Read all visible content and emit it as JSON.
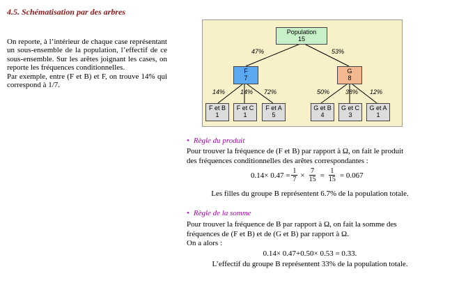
{
  "title": "4.5. Schématisation par des arbres",
  "intro": {
    "paragraph1": "On reporte, à l’intérieur de chaque case représentant un sous-ensemble de la population, l’effectif de ce sous-ensemble. Sur les arêtes joignant les cases, on reporte les fréquences conditionnelles.",
    "paragraph2": "Par exemple, entre (F et B) et F, on trouve 14% qui correspond à 1/7."
  },
  "tree": {
    "root": {
      "label": "Population",
      "count": "15"
    },
    "f": {
      "label": "F",
      "count": "7",
      "edge": "47%"
    },
    "g": {
      "label": "G",
      "count": "8",
      "edge": "53%"
    },
    "f_children": [
      {
        "label": "F et B",
        "count": "1",
        "edge": "14%"
      },
      {
        "label": "F et C",
        "count": "1",
        "edge": "14%"
      },
      {
        "label": "F et A",
        "count": "5",
        "edge": "72%"
      }
    ],
    "g_children": [
      {
        "label": "G et B",
        "count": "4",
        "edge": "50%"
      },
      {
        "label": "G et C",
        "count": "3",
        "edge": "38%"
      },
      {
        "label": "G et A",
        "count": "1",
        "edge": "12%"
      }
    ]
  },
  "rule_product": {
    "bullet": "•",
    "heading": "Règle du produit",
    "line1": "Pour trouver la fréquence de (F et B) par rapport à Ω, on fait le produit",
    "line2": "des fréquences conditionnelles des arêtes correspondantes :",
    "formula": {
      "lhs": "0.14× 0.47 =",
      "frac1_num": "1",
      "frac1_den": "7",
      "times": "×",
      "frac2_num": "7",
      "frac2_den": "15",
      "eq": "=",
      "frac3_num": "1",
      "frac3_den": "15",
      "rhs": "= 0.067"
    },
    "conclusion": "Les filles du groupe B représentent 6.7% de la population totale."
  },
  "rule_sum": {
    "bullet": "•",
    "heading": "Règle de la somme",
    "line1": "Pour trouver la fréquence de B par rapport à Ω, on fait la somme des",
    "line2": "fréquences de (F et B) et de (G et B) par rapport à Ω.",
    "line3": "On a alors :",
    "formula": "0.14× 0.47+0.50× 0.53 = 0.33.",
    "conclusion": "L’effectif du groupe B représentent 33% de la population totale."
  },
  "colors": {
    "title": "#8b1a1a",
    "heading": "#b000b0",
    "tree_bg": "#f8f0c8",
    "root_box": "#c8f0c8",
    "f_box": "#5aa8f0",
    "g_box": "#f4b890",
    "leaf_box": "#dcdcdc"
  }
}
